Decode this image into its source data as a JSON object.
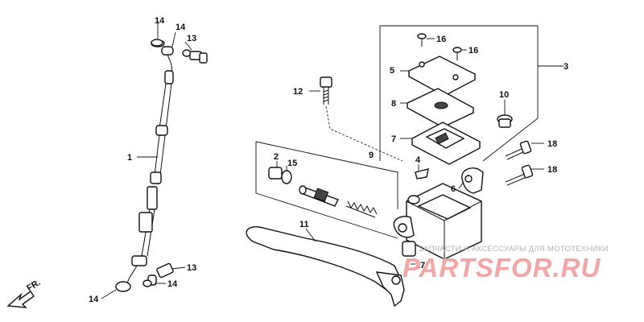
{
  "callouts": {
    "c1": "1",
    "c2": "2",
    "c3": "3",
    "c4": "4",
    "c5": "5",
    "c6": "6",
    "c7": "7",
    "c8": "8",
    "c9": "9",
    "c10": "10",
    "c11": "11",
    "c12": "12",
    "c13a": "13",
    "c13b": "13",
    "c14a": "14",
    "c14b": "14",
    "c14c": "14",
    "c14d": "14",
    "c15": "15",
    "c16a": "16",
    "c16b": "16",
    "c17": "17",
    "c18a": "18",
    "c18b": "18"
  },
  "direction": {
    "label": "FR."
  },
  "watermark": {
    "caption": "ЗАПЧАСТИ И АКСЕССУАРЫ ДЛЯ МОТОТЕХНИКИ",
    "brand": "PARTSFOR.RU"
  },
  "colors": {
    "ink": "#111111",
    "watermark_text": "#aab3bf",
    "watermark_brand": "#f2a6a6"
  }
}
